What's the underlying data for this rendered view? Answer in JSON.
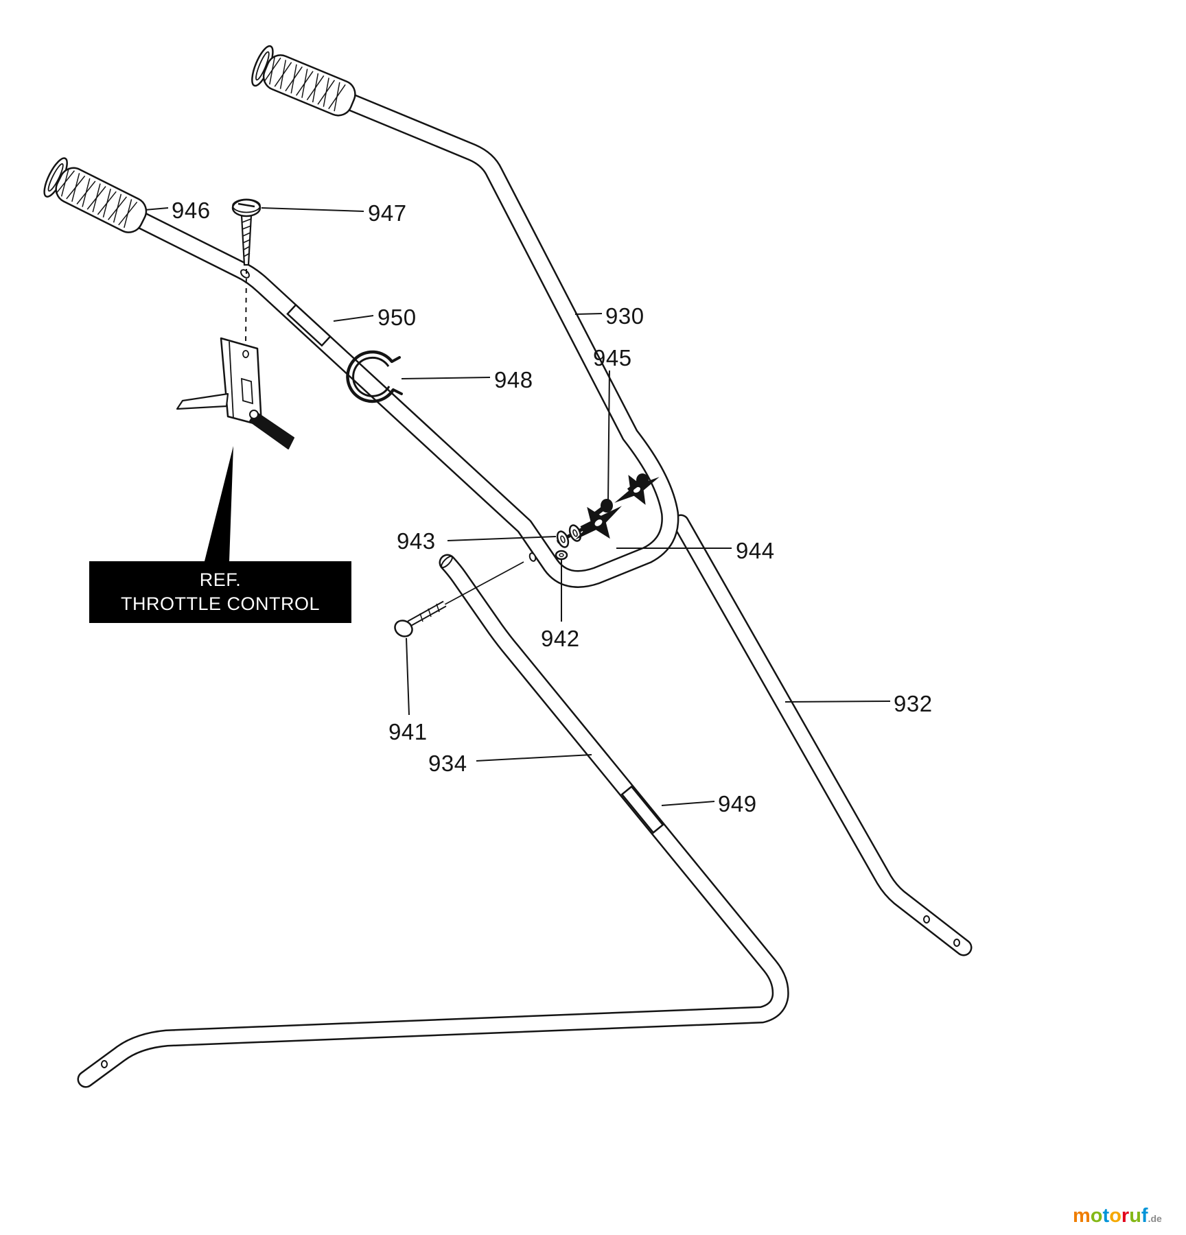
{
  "diagram": {
    "parts": {
      "p930": "930",
      "p932": "932",
      "p934": "934",
      "p941": "941",
      "p942": "942",
      "p943": "943",
      "p944": "944",
      "p945": "945",
      "p946": "946",
      "p947": "947",
      "p948": "948",
      "p949": "949",
      "p950": "950"
    },
    "ref_box": {
      "line1": "REF.",
      "line2": "THROTTLE CONTROL"
    },
    "logo": {
      "letters": [
        {
          "ch": "m",
          "color": "#ef7d00"
        },
        {
          "ch": "o",
          "color": "#84b817"
        },
        {
          "ch": "t",
          "color": "#0094d8"
        },
        {
          "ch": "o",
          "color": "#f5a800"
        },
        {
          "ch": "r",
          "color": "#e2001a"
        },
        {
          "ch": "u",
          "color": "#84b817"
        },
        {
          "ch": "f",
          "color": "#0094d8"
        }
      ],
      "suffix": ".de"
    }
  }
}
